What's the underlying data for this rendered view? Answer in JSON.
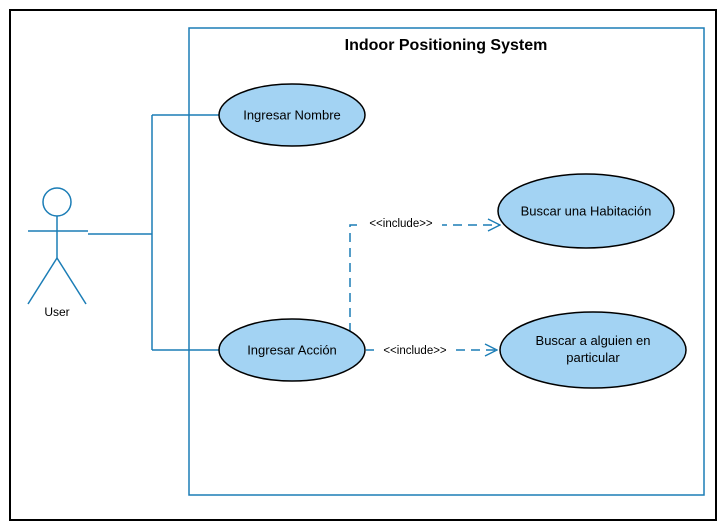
{
  "system": {
    "title": "Indoor Positioning System"
  },
  "actor": {
    "name": "User"
  },
  "use_cases": {
    "ingresar_nombre": "Ingresar Nombre",
    "ingresar_accion": "Ingresar Acción",
    "buscar_habitacion": "Buscar una Habitación",
    "buscar_alguien_line1": "Buscar a alguien en",
    "buscar_alguien_line2": "particular"
  },
  "relations": {
    "include_1": "<<include>>",
    "include_2": "<<include>>"
  },
  "colors": {
    "line": "#1b7db6",
    "ellipse_fill": "#a3d3f3",
    "ellipse_stroke": "#000000",
    "frame": "#000000"
  }
}
